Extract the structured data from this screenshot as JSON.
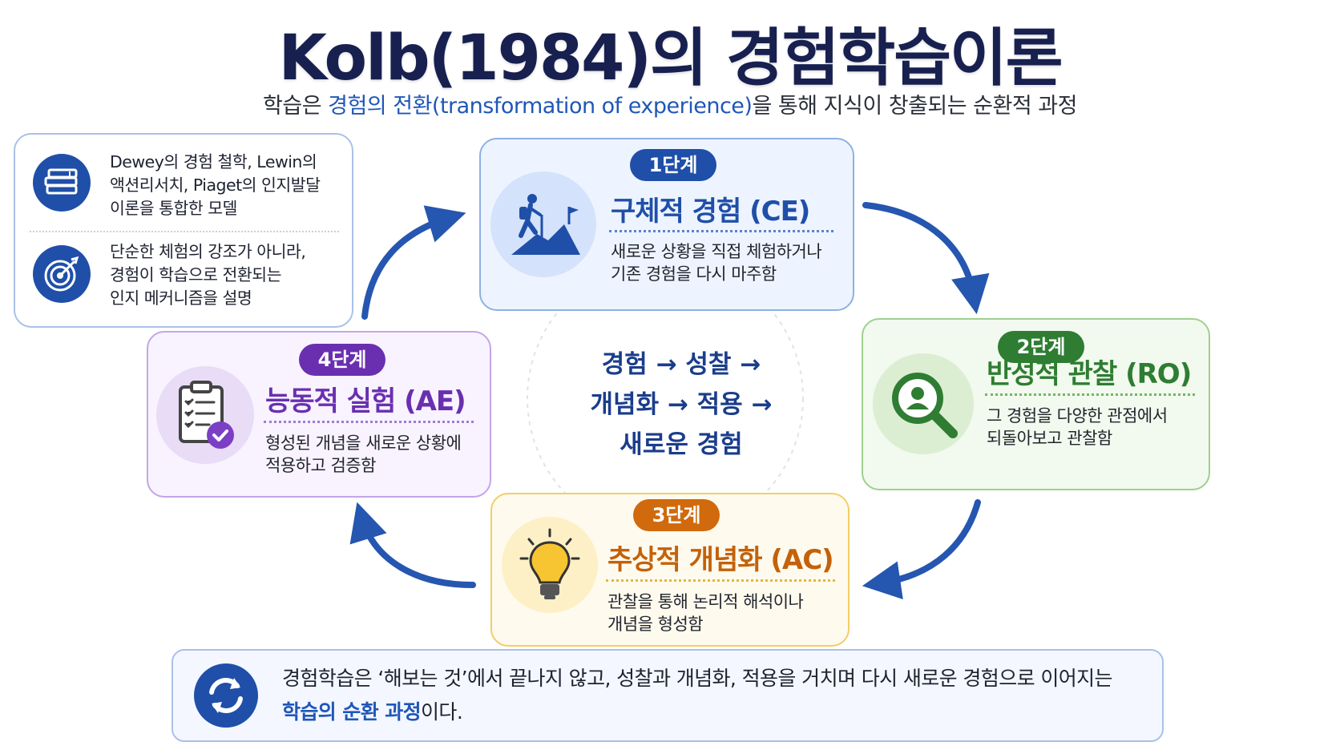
{
  "title": "Kolb(1984)의 경험학습이론",
  "subtitle": {
    "pre": "학습은 ",
    "highlight": "경험의 전환(transformation of experience)",
    "post": "을 통해 지식이 창출되는 순환적 과정"
  },
  "info": {
    "item1": {
      "icon": "books-icon",
      "line1": "Dewey의 경험 철학, Lewin의",
      "line2": "액션리서치, Piaget의 인지발달",
      "line3": "이론을 통합한 모델"
    },
    "item2": {
      "icon": "target-icon",
      "line1": "단순한 체험의 강조가 아니라,",
      "line2": "경험이 학습으로 전환되는",
      "line3": "인지 메커니즘을 설명"
    }
  },
  "stages": {
    "s1": {
      "badge": "1단계",
      "title": "구체적 경험 (CE)",
      "desc1": "새로운 상황을 직접 체험하거나",
      "desc2": "기존 경험을 다시 마주함",
      "icon": "hiker-summit-icon"
    },
    "s2": {
      "badge": "2단계",
      "title": "반성적 관찰 (RO)",
      "desc1": "그 경험을 다양한 관점에서",
      "desc2": "되돌아보고 관찰함",
      "icon": "magnifier-person-icon"
    },
    "s3": {
      "badge": "3단계",
      "title": "추상적 개념화 (AC)",
      "desc1": "관찰을 통해 논리적 해석이나",
      "desc2": "개념을 형성함",
      "icon": "lightbulb-icon"
    },
    "s4": {
      "badge": "4단계",
      "title": "능동적 실험 (AE)",
      "desc1": "형성된 개념을 새로운 상황에",
      "desc2": "적용하고 검증함",
      "icon": "clipboard-check-icon"
    }
  },
  "center": {
    "line1": "경험 → 성찰 →",
    "line2": "개념화 → 적용 →",
    "line3": "새로운 경험"
  },
  "bottom": {
    "line1": "경험학습은 ‘해보는 것’에서 끝나지 않고, 성찰과 개념화, 적용을 거치며 다시 새로운 경험으로 이어지는",
    "highlight": "학습의 순환 과정",
    "post": "이다.",
    "icon": "cycle-arrows-icon"
  },
  "colors": {
    "stage1": "#1f4fa8",
    "stage2": "#2e7d32",
    "stage3": "#d06a0c",
    "stage4": "#6a2fb0",
    "arrow": "#2556b0"
  }
}
